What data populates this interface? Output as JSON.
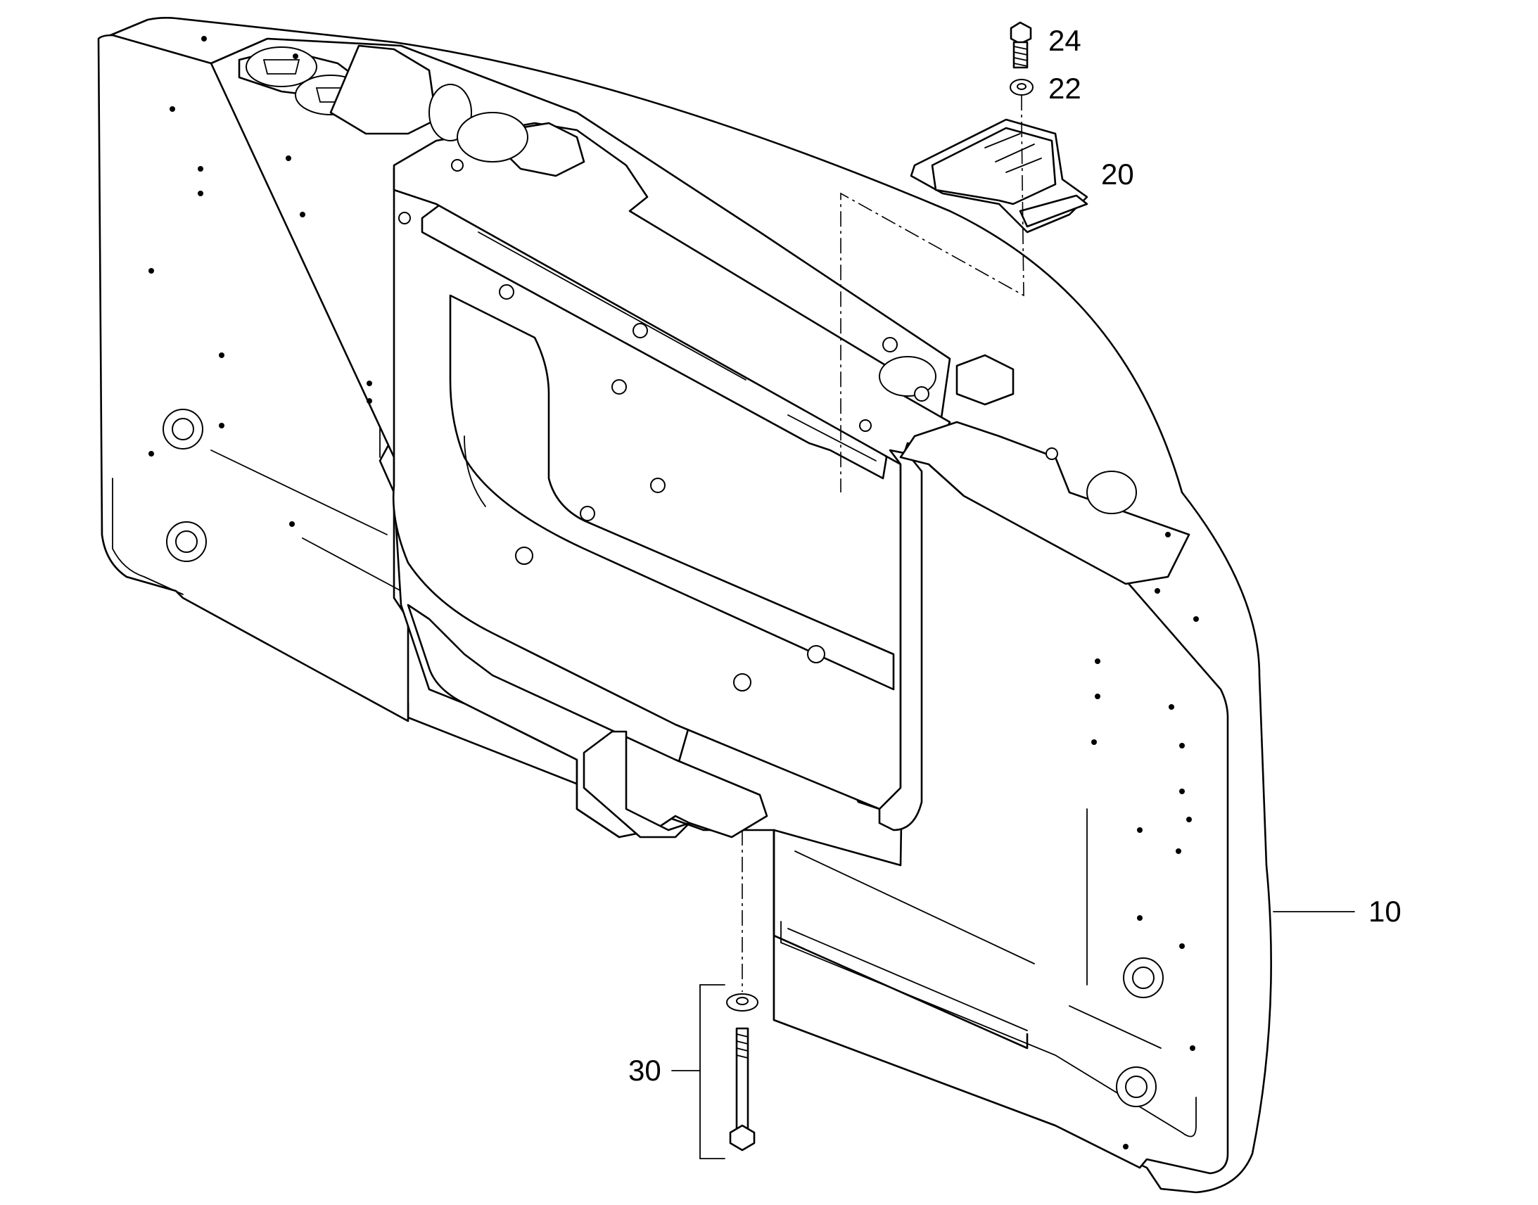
{
  "diagram": {
    "callouts": [
      {
        "id": "c10",
        "label": "10"
      },
      {
        "id": "c20",
        "label": "20"
      },
      {
        "id": "c22",
        "label": "22"
      },
      {
        "id": "c24",
        "label": "24"
      },
      {
        "id": "c30",
        "label": "30"
      }
    ]
  },
  "colors": {
    "line": "#000000",
    "background": "#ffffff"
  }
}
